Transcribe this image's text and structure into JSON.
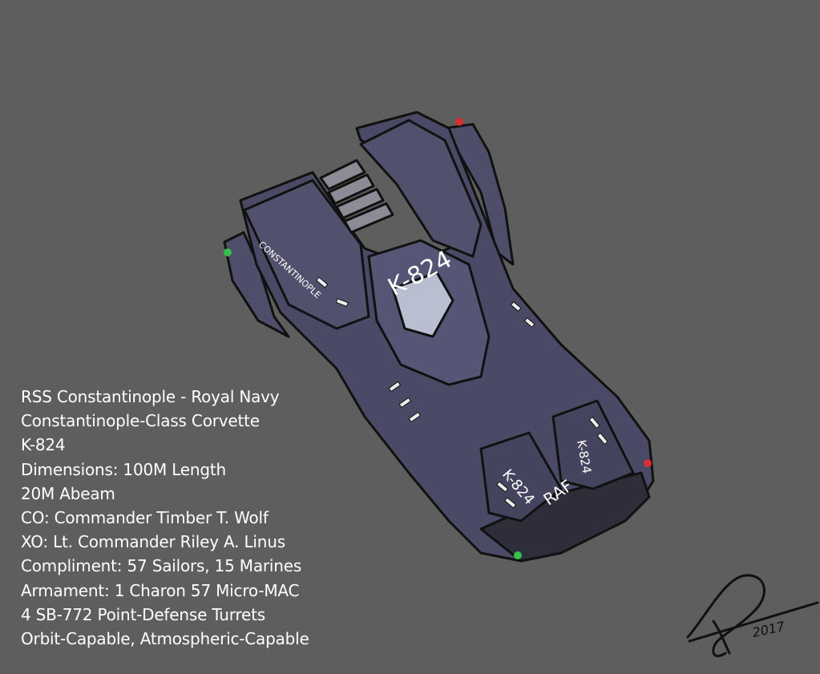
{
  "colors": {
    "background": "#5e5e5e",
    "hull": "#4a4a66",
    "hull_dark": "#333347",
    "outline": "#111111",
    "nav_light_red": "#d83030",
    "nav_light_green": "#35c04a",
    "text": "#ffffff"
  },
  "ship": {
    "registry": "K-824",
    "side_name": "CONSTANTINOPLE",
    "rear_registry_left": "K-824",
    "rear_registry_right": "K-824",
    "rear_marking": "RAF"
  },
  "specs": [
    "RSS Constantinople - Royal Navy",
    "Constantinople-Class Corvette",
    "K-824",
    "Dimensions: 100M Length",
    "20M Abeam",
    "CO: Commander Timber T. Wolf",
    "XO: Lt. Commander Riley A. Linus",
    "Compliment: 57 Sailors, 15 Marines",
    "Armament: 1 Charon 57 Micro-MAC",
    "4 SB-772 Point-Defense Turrets",
    "Orbit-Capable, Atmospheric-Capable"
  ],
  "signature": {
    "year": "2017"
  }
}
